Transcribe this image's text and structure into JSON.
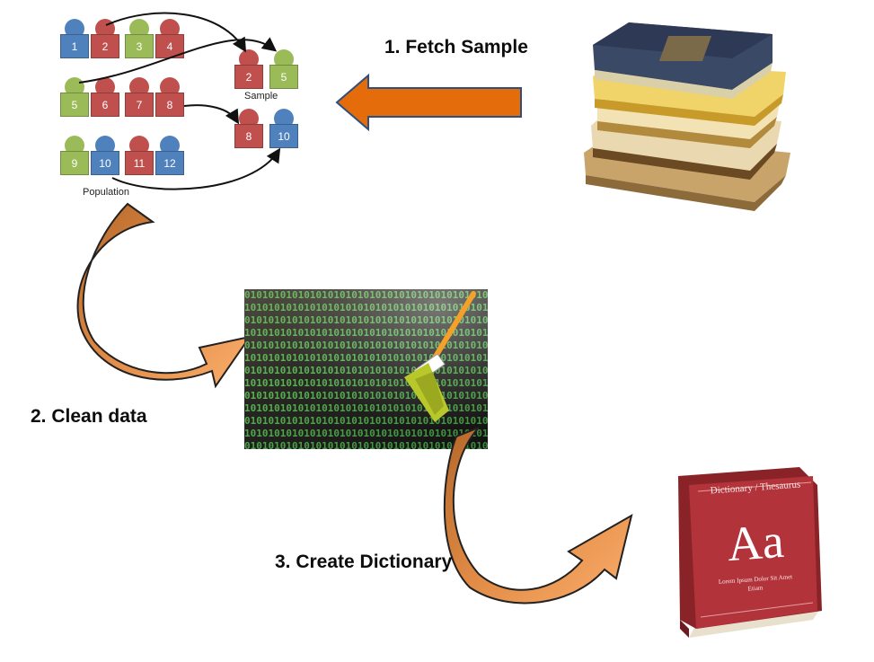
{
  "steps": {
    "fetch": "1. Fetch Sample",
    "clean": "2. Clean data",
    "dictionary": "3. Create Dictionary"
  },
  "population": {
    "caption": "Population",
    "people": [
      {
        "n": "1",
        "color": "blue"
      },
      {
        "n": "2",
        "color": "red"
      },
      {
        "n": "3",
        "color": "green"
      },
      {
        "n": "4",
        "color": "red"
      },
      {
        "n": "5",
        "color": "green"
      },
      {
        "n": "6",
        "color": "red"
      },
      {
        "n": "7",
        "color": "red"
      },
      {
        "n": "8",
        "color": "red"
      },
      {
        "n": "9",
        "color": "green"
      },
      {
        "n": "10",
        "color": "blue"
      },
      {
        "n": "11",
        "color": "red"
      },
      {
        "n": "12",
        "color": "blue"
      }
    ]
  },
  "sample": {
    "caption": "Sample",
    "people": [
      {
        "n": "2",
        "color": "red"
      },
      {
        "n": "5",
        "color": "green"
      },
      {
        "n": "8",
        "color": "red"
      },
      {
        "n": "10",
        "color": "blue"
      }
    ]
  },
  "dictionary_book": {
    "title": "Dictionary / Thesaurus",
    "glyph": "Aa",
    "subtitle_1": "Lorem Ipsum Dolor Sit Amet",
    "subtitle_2": "Etiam"
  },
  "binary_text": "0101010101010101010101010101010101010101010101",
  "colors": {
    "arrow_orange": "#e46c0a",
    "arrow_gradient_light": "#fbae6b",
    "arrow_gradient_dark": "#b5682a",
    "blue": "#4f81bd",
    "red": "#c0504d",
    "green": "#9bbb59",
    "book_red": "#b3333a"
  }
}
